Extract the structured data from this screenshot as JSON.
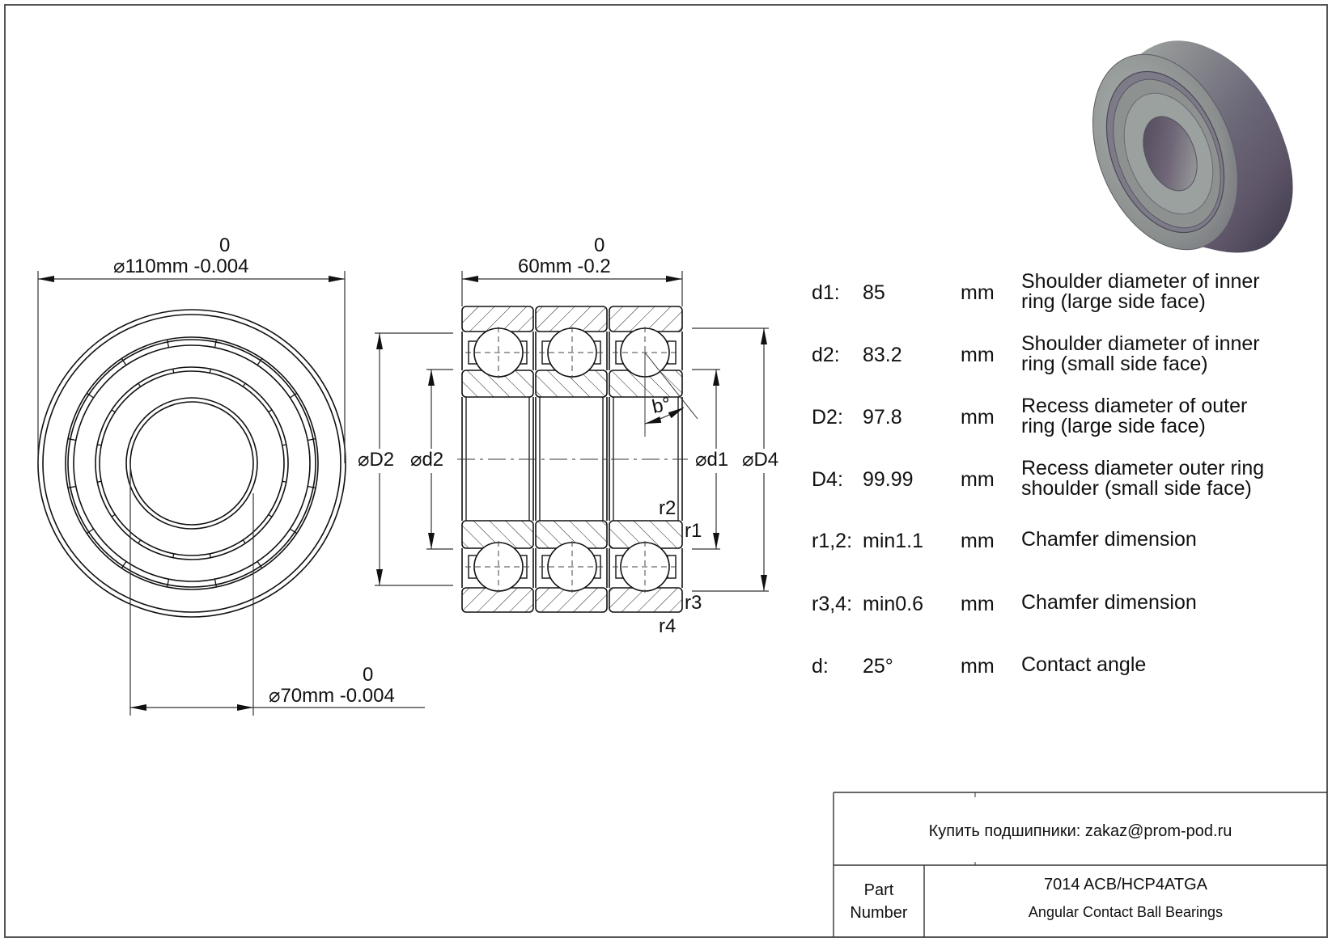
{
  "drawing": {
    "front_view": {
      "outer_dimension": {
        "tolerance_upper": "0",
        "label": "110mm -0.004",
        "symbol": "diameter-symbol"
      },
      "bore_dimension": {
        "tolerance_upper": "0",
        "label": "70mm -0.004",
        "symbol": "diameter-symbol"
      }
    },
    "section_view": {
      "width_dimension": {
        "tolerance_upper": "0",
        "label": "60mm -0.2"
      },
      "labels": {
        "D2": "D2",
        "d2": "d2",
        "d1": "d1",
        "D4": "D4",
        "angle": "b°",
        "r1": "r1",
        "r2": "r2",
        "r3": "r3",
        "r4": "r4"
      }
    }
  },
  "specs": [
    {
      "key": "d1:",
      "value": "85",
      "unit": "mm",
      "desc": [
        "Shoulder diameter of inner",
        "ring (large side face)"
      ]
    },
    {
      "key": "d2:",
      "value": "83.2",
      "unit": "mm",
      "desc": [
        "Shoulder diameter of inner",
        "ring (small side face)"
      ]
    },
    {
      "key": "D2:",
      "value": "97.8",
      "unit": "mm",
      "desc": [
        "Recess diameter of outer",
        "ring (large side face)"
      ]
    },
    {
      "key": "D4:",
      "value": "99.99",
      "unit": "mm",
      "desc": [
        "Recess diameter outer ring",
        "shoulder (small side face)"
      ]
    },
    {
      "key": "r1,2:",
      "value": "min1.1",
      "unit": "mm",
      "desc": [
        "Chamfer dimension"
      ]
    },
    {
      "key": "r3,4:",
      "value": "min0.6",
      "unit": "mm",
      "desc": [
        "Chamfer dimension"
      ]
    },
    {
      "key": "d:",
      "value": "25°",
      "unit": "mm",
      "desc": [
        "Contact angle"
      ]
    }
  ],
  "title_block": {
    "contact": "Купить подшипники: zakaz@prom-pod.ru",
    "part_label_line1": "Part",
    "part_label_line2": "Number",
    "part_number": "7014 ACB/HCP4ATGA",
    "part_type": "Angular Contact Ball Bearings"
  },
  "colors": {
    "line": "#111111",
    "frame": "#555555",
    "render_light": "#9aa09e",
    "render_dark": "#4a4558"
  }
}
